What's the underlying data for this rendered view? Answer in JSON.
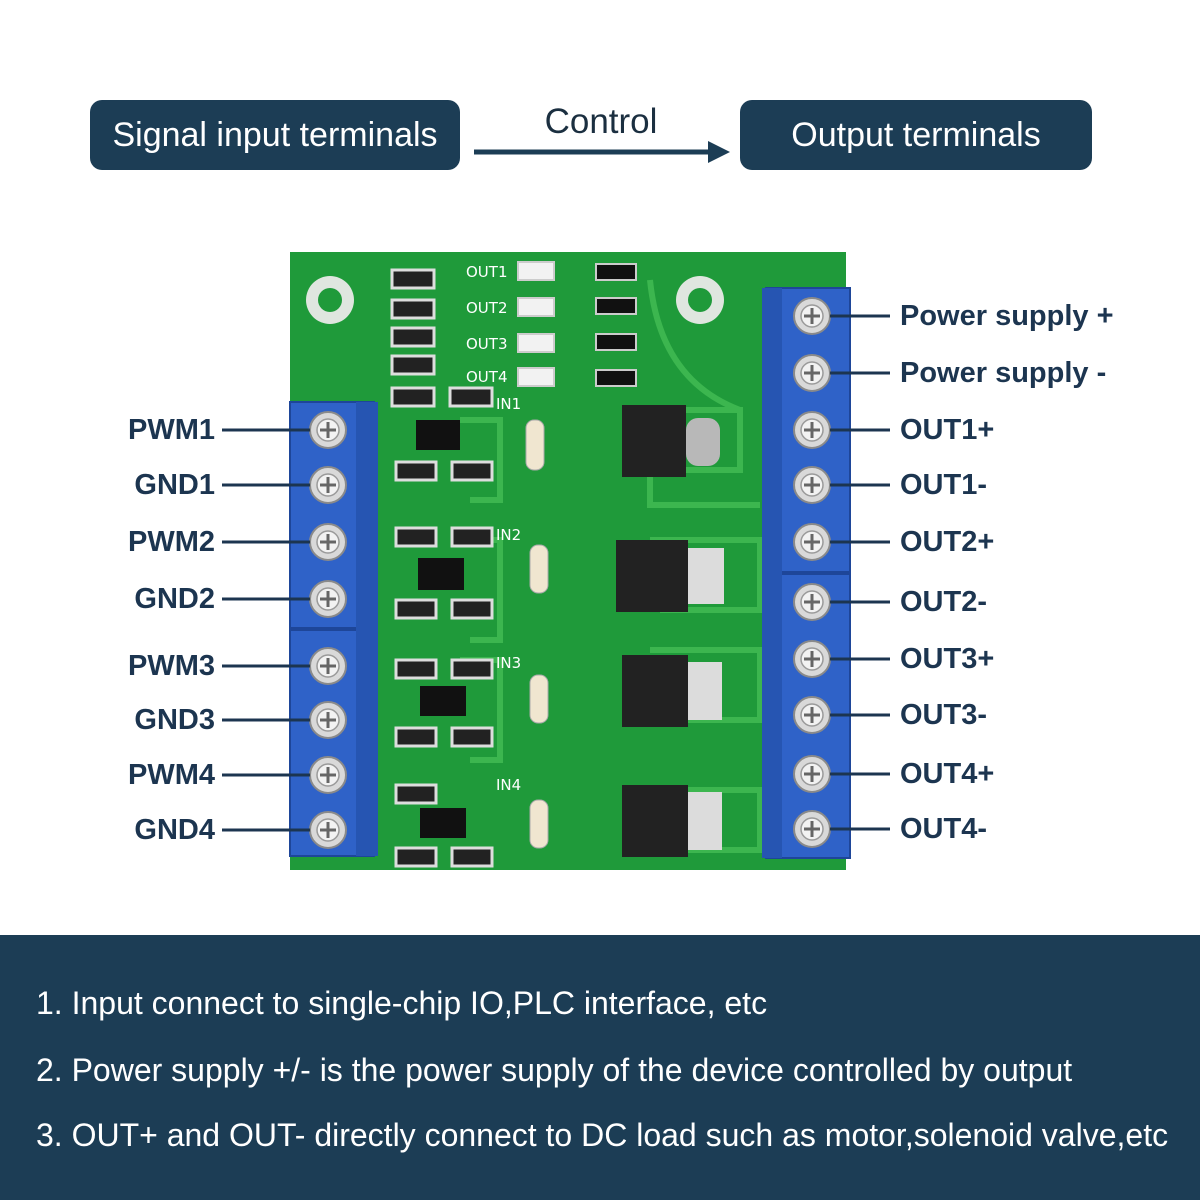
{
  "header": {
    "input_label": "Signal input terminals",
    "control_label": "Control",
    "output_label": "Output terminals"
  },
  "left_terminals": [
    "PWM1",
    "GND1",
    "PWM2",
    "GND2",
    "PWM3",
    "GND3",
    "PWM4",
    "GND4"
  ],
  "right_terminals": [
    "Power supply +",
    "Power supply -",
    "OUT1+",
    "OUT1-",
    "OUT2+",
    "OUT2-",
    "OUT3+",
    "OUT3-",
    "OUT4+",
    "OUT4-"
  ],
  "silkscreen": {
    "out_labels": [
      "OUT1",
      "OUT2",
      "OUT3",
      "OUT4"
    ],
    "in_labels": [
      "IN1",
      "IN2",
      "IN3",
      "IN4"
    ]
  },
  "notes": [
    "1. Input connect to single-chip IO,PLC interface, etc",
    "2. Power supply +/- is the power supply of the device controlled by output",
    "3. OUT+ and OUT- directly connect to DC load such as motor,solenoid valve,etc"
  ],
  "colors": {
    "navy": "#1c3d55",
    "pcb_green": "#1f9a3a",
    "terminal_blue": "#2f62c8"
  }
}
